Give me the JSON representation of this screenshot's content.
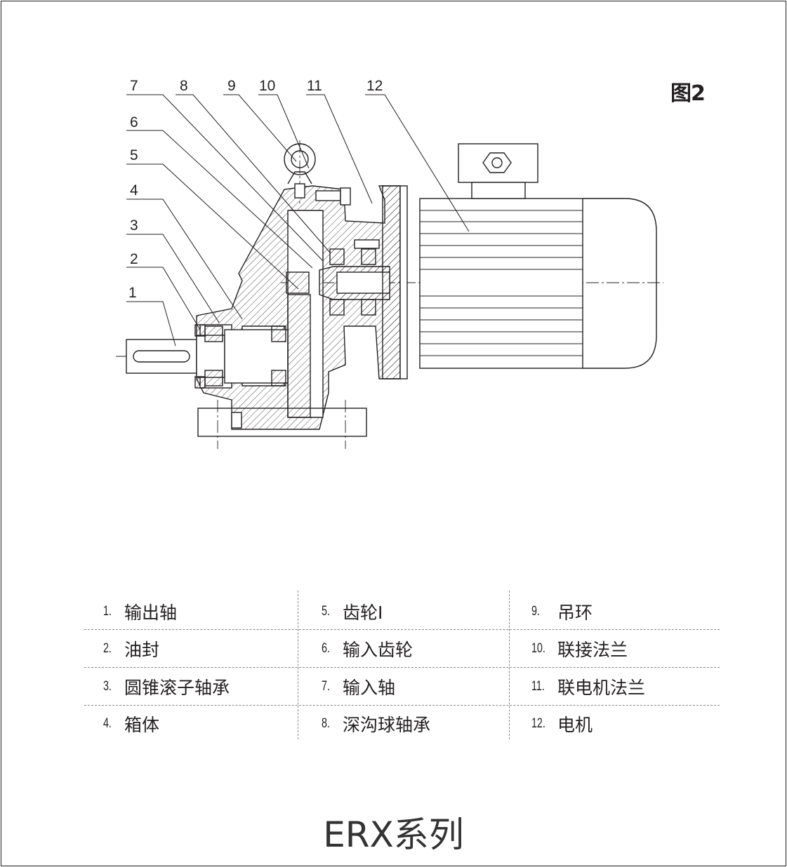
{
  "figure_label": "图2",
  "callouts": [
    "1",
    "2",
    "3",
    "4",
    "5",
    "6",
    "7",
    "8",
    "9",
    "10",
    "11",
    "12"
  ],
  "parts": [
    {
      "num": "1.",
      "name": "输出轴"
    },
    {
      "num": "2.",
      "name": "油封"
    },
    {
      "num": "3.",
      "name": "圆锥滚子轴承"
    },
    {
      "num": "4.",
      "name": "箱体"
    },
    {
      "num": "5.",
      "name": "齿轮I"
    },
    {
      "num": "6.",
      "name": "输入齿轮"
    },
    {
      "num": "7.",
      "name": "输入轴"
    },
    {
      "num": "8.",
      "name": "深沟球轴承"
    },
    {
      "num": "9.",
      "name": "吊环"
    },
    {
      "num": "10.",
      "name": "联接法兰"
    },
    {
      "num": "11.",
      "name": "联电机法兰"
    },
    {
      "num": "12.",
      "name": "电机"
    }
  ],
  "title": "ERX系列"
}
